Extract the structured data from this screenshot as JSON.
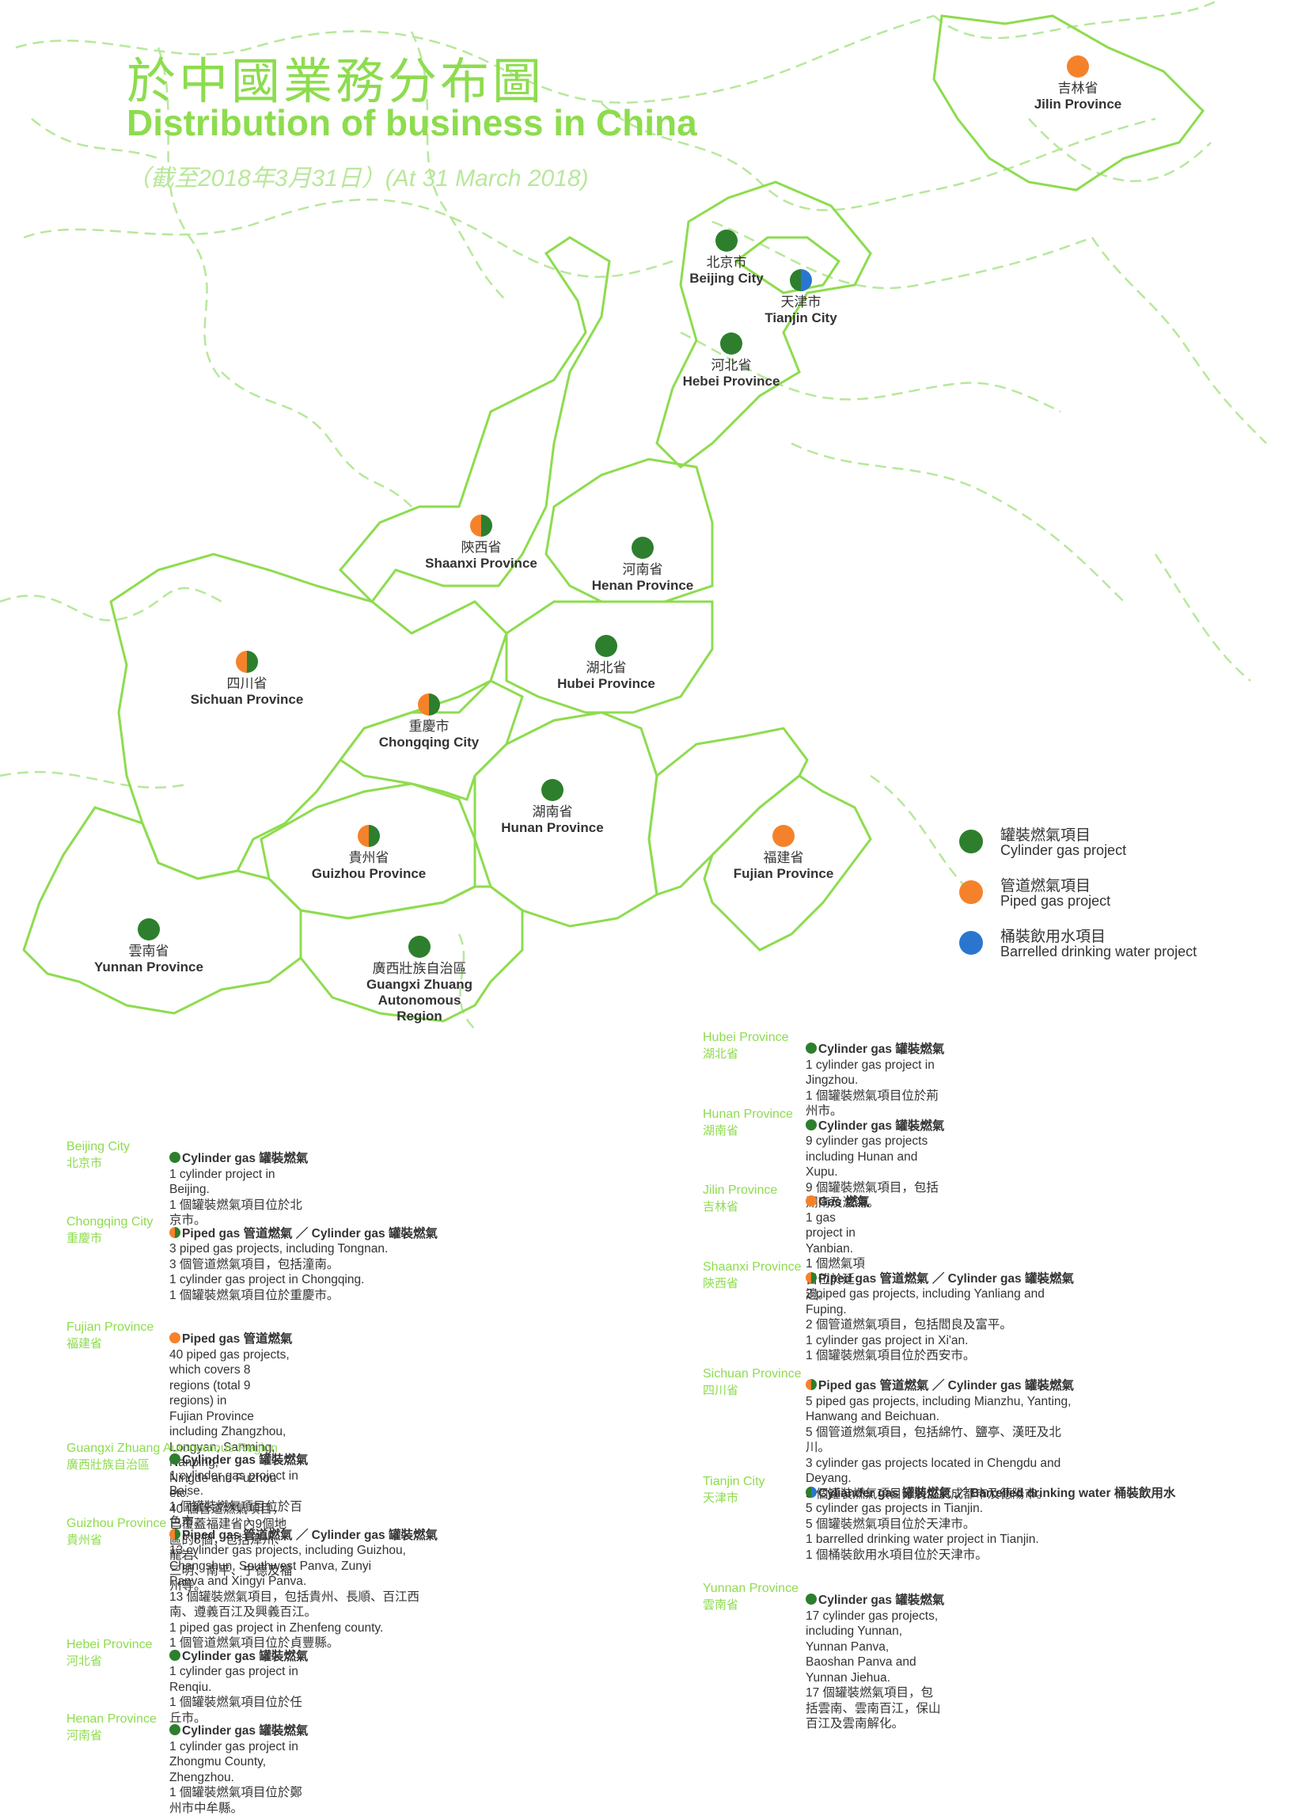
{
  "title": {
    "zh": "於中國業務分布圖",
    "en": "Distribution of business in China",
    "date": "（截至2018年3月31日）(At 31 March 2018)"
  },
  "colors": {
    "cylinder": "#2d7f2d",
    "piped": "#f5822b",
    "water": "#2a76cf",
    "accent": "#8ddc4e"
  },
  "provinces": [
    {
      "id": "jilin",
      "zh": "吉林省",
      "en": "Jilin Province",
      "types": [
        "piped"
      ]
    },
    {
      "id": "beijing",
      "zh": "北京市",
      "en": "Beijing City",
      "types": [
        "cylinder"
      ]
    },
    {
      "id": "tianjin",
      "zh": "天津市",
      "en": "Tianjin City",
      "types": [
        "cylinder",
        "water"
      ]
    },
    {
      "id": "hebei",
      "zh": "河北省",
      "en": "Hebei Province",
      "types": [
        "cylinder"
      ]
    },
    {
      "id": "shaanxi",
      "zh": "陝西省",
      "en": "Shaanxi Province",
      "types": [
        "piped",
        "cylinder"
      ]
    },
    {
      "id": "henan",
      "zh": "河南省",
      "en": "Henan Province",
      "types": [
        "cylinder"
      ]
    },
    {
      "id": "sichuan",
      "zh": "四川省",
      "en": "Sichuan Province",
      "types": [
        "piped",
        "cylinder"
      ]
    },
    {
      "id": "hubei",
      "zh": "湖北省",
      "en": "Hubei Province",
      "types": [
        "cylinder"
      ]
    },
    {
      "id": "chongqing",
      "zh": "重慶市",
      "en": "Chongqing City",
      "types": [
        "piped",
        "cylinder"
      ]
    },
    {
      "id": "hunan",
      "zh": "湖南省",
      "en": "Hunan Province",
      "types": [
        "cylinder"
      ]
    },
    {
      "id": "fujian",
      "zh": "福建省",
      "en": "Fujian Province",
      "types": [
        "piped"
      ]
    },
    {
      "id": "guizhou",
      "zh": "貴州省",
      "en": "Guizhou Province",
      "types": [
        "piped",
        "cylinder"
      ]
    },
    {
      "id": "yunnan",
      "zh": "雲南省",
      "en": "Yunnan Province",
      "types": [
        "cylinder"
      ]
    },
    {
      "id": "guangxi",
      "zh": "廣西壯族自治區",
      "en": "Guangxi Zhuang Autonomous Region",
      "types": [
        "cylinder"
      ]
    }
  ],
  "legend": [
    {
      "type": "cylinder",
      "zh": "罐裝燃氣項目",
      "en": "Cylinder gas project"
    },
    {
      "type": "piped",
      "zh": "管道燃氣項目",
      "en": "Piped gas project"
    },
    {
      "type": "water",
      "zh": "桶裝飲用水項目",
      "en": "Barrelled drinking water project"
    }
  ],
  "details_left": [
    {
      "en": "Beijing City",
      "zh": "北京市",
      "header": "Cylinder gas  罐裝燃氣",
      "types": [
        "cylinder"
      ],
      "lines": [
        "1 cylinder project in Beijing.",
        "1 個罐裝燃氣項目位於北京市。"
      ]
    },
    {
      "en": "Chongqing City",
      "zh": "重慶市",
      "header": "Piped gas 管道燃氣 ／ Cylinder gas  罐裝燃氣",
      "types": [
        "piped",
        "cylinder"
      ],
      "lines": [
        "3 piped gas projects, including Tongnan.",
        "3 個管道燃氣項目，包括潼南。",
        "1 cylinder gas project in Chongqing.",
        "1 個罐裝燃氣項目位於重慶市。"
      ]
    },
    {
      "en": "Fujian Province",
      "zh": "福建省",
      "header": "Piped gas 管道燃氣",
      "types": [
        "piped"
      ],
      "lines": [
        "40 piped gas projects, which covers 8 regions (total 9 regions) in",
        "Fujian Province including Zhangzhou, Longyan, Sanming, Nanping,",
        "Ningde and Fuzhou etc.",
        "40 個管道燃氣項目，已覆蓋福建省內9個地區的8個，包括漳州、龍岩、",
        "三明、南平、宁德及福州等。"
      ]
    },
    {
      "en": "Guangxi Zhuang Autonomous Region",
      "zh": "廣西壯族自治區",
      "header": "Cylinder gas  罐裝燃氣",
      "types": [
        "cylinder"
      ],
      "lines": [
        "1 cylinder gas project in Baise.",
        "1 個罐裝燃氣項目位於百色市。"
      ]
    },
    {
      "en": "Guizhou Province",
      "zh": "貴州省",
      "header": "Piped gas 管道燃氣 ／ Cylinder gas  罐裝燃氣",
      "types": [
        "piped",
        "cylinder"
      ],
      "lines": [
        "13 cylinder gas projects, including Guizhou, Changshun, Southwest Panva, Zunyi",
        "Panva and Xingyi Panva.",
        "13 個罐裝燃氣項目，包括貴州、長順、百江西南、遵義百江及興義百江。",
        "1 piped gas project in Zhenfeng county.",
        "1 個管道燃氣項目位於貞豐縣。"
      ]
    },
    {
      "en": "Hebei Province",
      "zh": "河北省",
      "header": "Cylinder gas  罐裝燃氣",
      "types": [
        "cylinder"
      ],
      "lines": [
        "1 cylinder gas project in Renqiu.",
        "1 個罐裝燃氣項目位於任丘市。"
      ]
    },
    {
      "en": "Henan Province",
      "zh": "河南省",
      "header": "Cylinder gas  罐裝燃氣",
      "types": [
        "cylinder"
      ],
      "lines": [
        "1 cylinder gas project in Zhongmu County, Zhengzhou.",
        "1 個罐裝燃氣項目位於鄭州市中牟縣。"
      ]
    }
  ],
  "details_right": [
    {
      "en": "Hubei Province",
      "zh": "湖北省",
      "header": "Cylinder gas  罐裝燃氣",
      "types": [
        "cylinder"
      ],
      "lines": [
        "1 cylinder gas project in Jingzhou.",
        "1 個罐裝燃氣項目位於荊州市。"
      ]
    },
    {
      "en": "Hunan Province",
      "zh": "湖南省",
      "header": "Cylinder gas  罐裝燃氣",
      "types": [
        "cylinder"
      ],
      "lines": [
        "9 cylinder gas projects including Hunan and Xupu.",
        "9 個罐裝燃氣項目，包括湖南及溆浦。"
      ]
    },
    {
      "en": "Jilin Province",
      "zh": "吉林省",
      "header": "Gas 燃氣",
      "types": [
        "piped"
      ],
      "lines": [
        "1 gas project in Yanbian.",
        "1 個燃氣項目位於延邊。"
      ]
    },
    {
      "en": "Shaanxi Province",
      "zh": "陝西省",
      "header": "Piped gas 管道燃氣 ／ Cylinder gas  罐裝燃氣",
      "types": [
        "piped",
        "cylinder"
      ],
      "lines": [
        "2 piped gas projects, including Yanliang and Fuping.",
        "2 個管道燃氣項目，包括閻良及富平。",
        "1 cylinder gas project in Xi'an.",
        "1 個罐裝燃氣項目位於西安市。"
      ]
    },
    {
      "en": "Sichuan Province",
      "zh": "四川省",
      "header": "Piped gas 管道燃氣 ／ Cylinder gas  罐裝燃氣",
      "types": [
        "piped",
        "cylinder"
      ],
      "lines": [
        "5 piped gas projects, including Mianzhu, Yanting, Hanwang and Beichuan.",
        "5 個管道燃氣項目，包括綿竹、鹽亭、漢旺及北川。",
        "3 cylinder gas projects located in Chengdu and Deyang.",
        "3 個罐裝燃氣項目分別位於成都市及德陽市。"
      ]
    },
    {
      "en": "Tianjin City",
      "zh": "天津市",
      "header": "Cyliander gas 罐裝燃氣 ／ Barrelled drinking water  桶裝飲用水",
      "types": [
        "cylinder",
        "water"
      ],
      "lines": [
        "5 cylinder gas projects in Tianjin.",
        "5 個罐裝燃氣項目位於天津市。",
        "1 barrelled drinking water project in Tianjin.",
        "1 個桶裝飲用水項目位於天津市。"
      ]
    },
    {
      "en": "Yunnan Province",
      "zh": "雲南省",
      "header": "Cylinder gas  罐裝燃氣",
      "types": [
        "cylinder"
      ],
      "lines": [
        "17 cylinder gas projects, including Yunnan, Yunnan Panva,",
        "Baoshan Panva and Yunnan Jiehua.",
        "17 個罐裝燃氣項目，包括雲南、雲南百江，保山百江及雲南解化。"
      ]
    }
  ]
}
